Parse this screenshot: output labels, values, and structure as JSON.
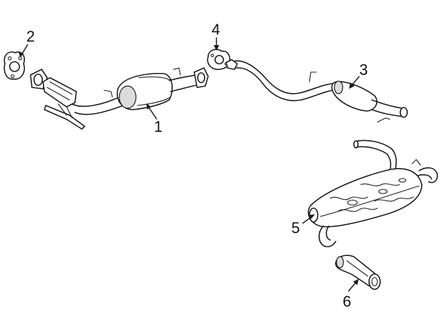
{
  "colors": {
    "line": "#1a1a1a",
    "background": "#ffffff",
    "shade": "#dcdcdc"
  },
  "callouts": {
    "c1": "1",
    "c2": "2",
    "c3": "3",
    "c4": "4",
    "c5": "5",
    "c6": "6"
  }
}
